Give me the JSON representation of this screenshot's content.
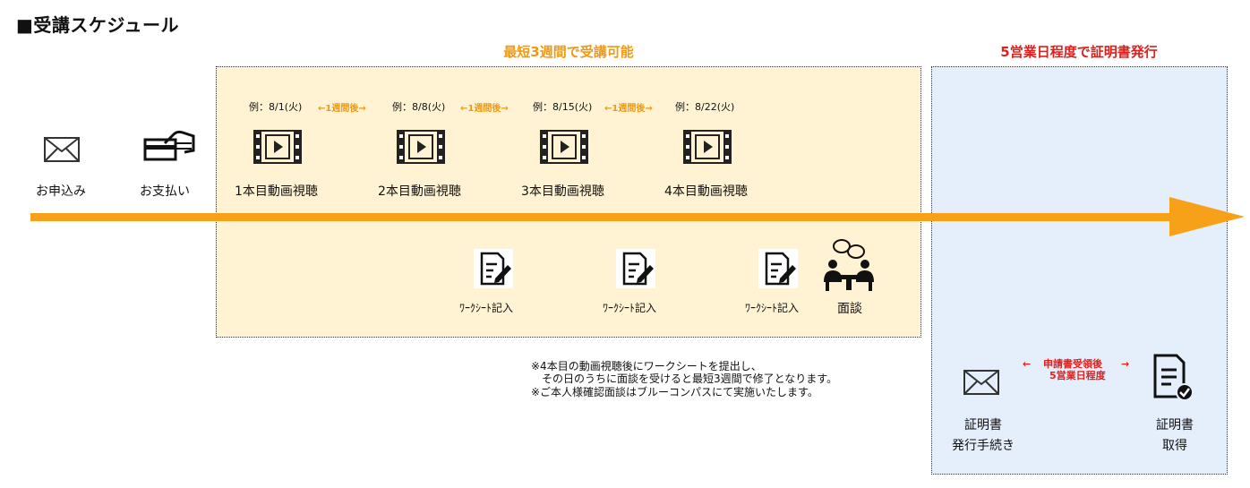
{
  "title": "■受講スケジュール",
  "headings": {
    "orange": "最短3週間で受講可能",
    "red": "5営業日程度で証明書発行"
  },
  "steps": {
    "apply": "お申込み",
    "payment": "お支払い"
  },
  "videos": [
    {
      "date": "例：8/1(火)",
      "label": "1本目動画視聴"
    },
    {
      "date": "例：8/8(火)",
      "label": "2本目動画視聴"
    },
    {
      "date": "例：8/15(火)",
      "label": "3本目動画視聴"
    },
    {
      "date": "例：8/22(火)",
      "label": "4本目動画視聴"
    }
  ],
  "interval_label": "←1週間後→",
  "worksheet_label": "ﾜｰｸｼｰﾄ記入",
  "interview_label": "面談",
  "notes": [
    "※4本目の動画視聴後にワークシートを提出し、",
    "　その日のうちに面談を受けると最短3週間で修了となります。",
    "※ご本人様確認面談はブルーコンパスにて実施いたします。"
  ],
  "certificate": {
    "request_line1": "証明書",
    "request_line2": "発行手続き",
    "receive_line1": "証明書",
    "receive_line2": "取得",
    "arrow_left": "←",
    "arrow_right": "→",
    "arrow_text1": "申請書受領後",
    "arrow_text2": "5営業日程度"
  },
  "colors": {
    "timeline": "#f7a118",
    "orange_text": "#ef9a14",
    "red_text": "#e0201c",
    "box_yellow": "#fff3d3",
    "box_blue": "#e5eefb"
  }
}
